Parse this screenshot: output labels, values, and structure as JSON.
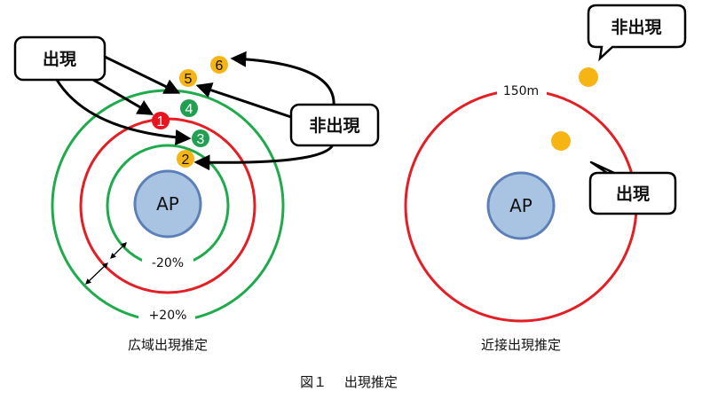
{
  "left_diagram": {
    "ap_label": "AP",
    "bubble_appear": "出現",
    "bubble_disappear": "非出現",
    "inner_ring_label": "-20%",
    "outer_ring_label": "+20%",
    "markers": [
      "1",
      "2",
      "3",
      "4",
      "5",
      "6"
    ],
    "caption": "広域出現推定"
  },
  "right_diagram": {
    "ap_label": "AP",
    "range_label": "150m",
    "bubble_disappear": "非出現",
    "bubble_appear": "出現",
    "caption": "近接出現推定"
  },
  "figure_caption": "図１　 出現推定",
  "colors": {
    "ring_red": "#e31e24",
    "ring_green": "#1faa4b",
    "ap_fill": "#a9c3e3",
    "ap_stroke": "#5b7fb8",
    "marker_orange": "#f7b515",
    "marker_green": "#22a052",
    "marker_red": "#e8141e"
  }
}
